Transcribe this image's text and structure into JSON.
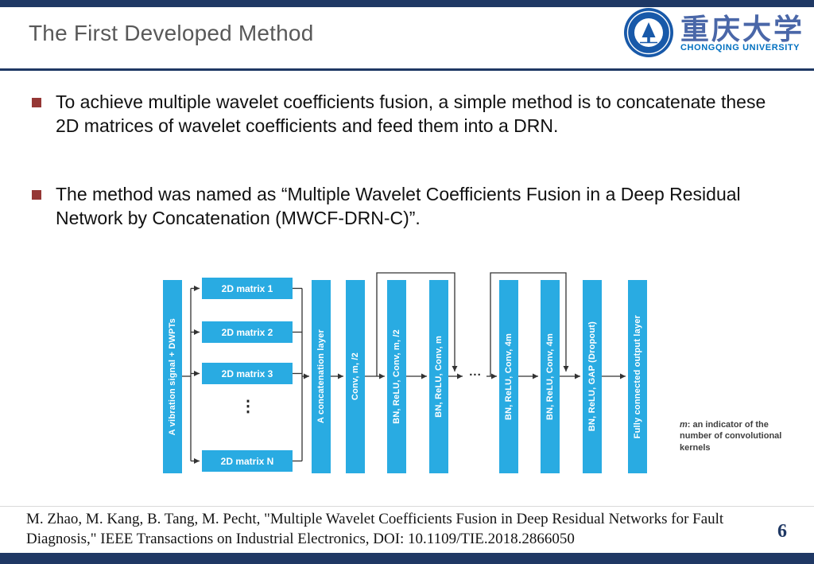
{
  "colors": {
    "accent_navy": "#1F3864",
    "diagram_blue": "#29ABE2",
    "title_gray": "#595959",
    "bullet_marker_red": "#953735",
    "university_blue": "#0070C0"
  },
  "header": {
    "title": "The First Developed Method",
    "university_name_cn": "重庆大学",
    "university_name_en": "CHONGQING UNIVERSITY"
  },
  "bullets": [
    "To achieve multiple wavelet coefficients fusion, a simple method is to concatenate these 2D matrices of wavelet coefficients and feed them into a DRN.",
    "The method was named as “Multiple Wavelet Coefficients Fusion in a Deep Residual Network by Concatenation (MWCF-DRN-C)”."
  ],
  "diagram": {
    "input_layer": "A vibration signal + DWPTs",
    "matrices": [
      "2D matrix 1",
      "2D matrix 2",
      "2D matrix 3",
      "⋮",
      "2D matrix N"
    ],
    "layers": [
      "A concatenation layer",
      "Conv, m, /2",
      "BN, ReLU, Conv, m, /2",
      "BN, ReLU, Conv, m",
      "...",
      "BN, ReLU, Conv, 4m",
      "BN, ReLU, Conv, 4m",
      "BN, ReLU, GAP (Dropout)",
      "Fully connected output layer"
    ],
    "note_m": "m",
    "note_rest": ": an indicator of the number of convolutional kernels"
  },
  "footer": {
    "citation": "M. Zhao, M. Kang, B. Tang, M. Pecht, \"Multiple Wavelet Coefficients Fusion in Deep Residual Networks for Fault Diagnosis,\" IEEE Transactions on Industrial Electronics, DOI: 10.1109/TIE.2018.2866050",
    "page_number": "6"
  }
}
